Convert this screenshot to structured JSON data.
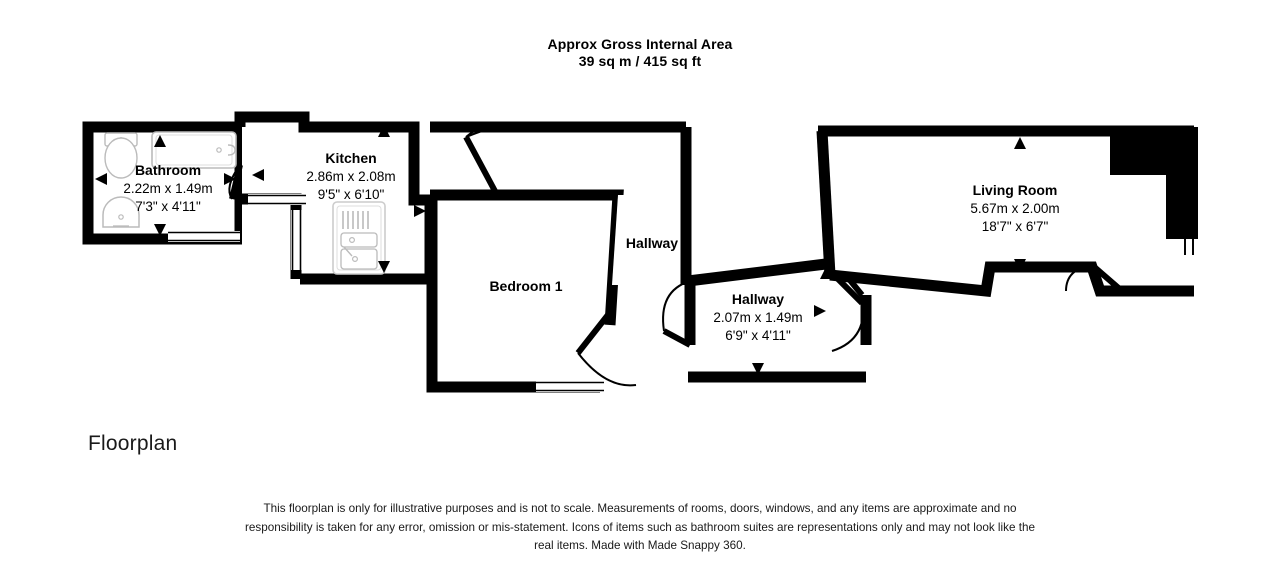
{
  "header": {
    "line1": "Approx Gross Internal Area",
    "line2": "39 sq m / 415 sq ft"
  },
  "caption": "Floorplan",
  "disclaimer": "This floorplan is only for illustrative purposes and is not to scale. Measurements of rooms, doors, windows, and any items are approximate and no responsibility is taken for any error, omission or mis-statement. Icons of items such as bathroom suites are representations only and may not look like the real items. Made with Made Snappy 360.",
  "colors": {
    "wall": "#000000",
    "floor": "#ffffff",
    "background": "#ffffff",
    "text": "#000000",
    "fixture_outline": "#cccccc"
  },
  "rooms": [
    {
      "id": "bathroom",
      "name": "Bathroom",
      "dim_metric": "2.22m x 1.49m",
      "dim_imperial": "7'3\" x 4'11\"",
      "fixtures": [
        "toilet-icon",
        "bathtub-icon",
        "washbasin-icon"
      ]
    },
    {
      "id": "kitchen",
      "name": "Kitchen",
      "dim_metric": "2.86m x 2.08m",
      "dim_imperial": "9'5\" x 6'10\"",
      "fixtures": [
        "kitchen-sink-icon"
      ]
    },
    {
      "id": "bedroom-1",
      "name": "Bedroom 1",
      "dim_metric": "",
      "dim_imperial": "",
      "fixtures": []
    },
    {
      "id": "hallway-upper",
      "name": "Hallway",
      "dim_metric": "",
      "dim_imperial": "",
      "fixtures": []
    },
    {
      "id": "hallway-lower",
      "name": "Hallway",
      "dim_metric": "2.07m x 1.49m",
      "dim_imperial": "6'9\" x 4'11\"",
      "fixtures": []
    },
    {
      "id": "living-room",
      "name": "Living Room",
      "dim_metric": "5.67m x 2.00m",
      "dim_imperial": "18'7\" x 6'7\"",
      "fixtures": []
    }
  ]
}
